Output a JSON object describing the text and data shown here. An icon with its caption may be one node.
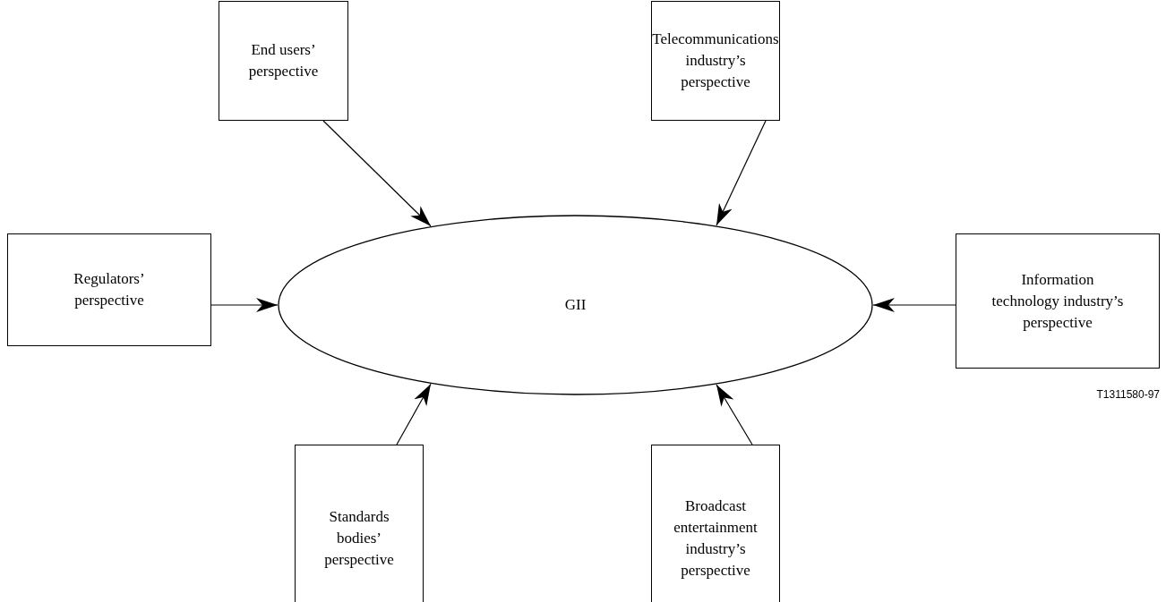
{
  "diagram": {
    "nodes": [
      {
        "text": [
          "End users’ perspective"
        ]
      },
      {
        "text": [
          "Telecommunications industry’s perspective"
        ]
      },
      {
        "text": [
          "Regulators’ perspective"
        ]
      },
      {
        "text": [
          "GII"
        ]
      },
      {
        "text": [
          "Information technology industry’s perspective"
        ]
      },
      {
        "text": [
          "Standards bodies’ perspective"
        ]
      },
      {
        "text": [
          "Broadcast entertainment industry’s perspective"
        ]
      }
    ],
    "edges": [
      {
        "from": 0,
        "to": 3,
        "arrow": "to"
      },
      {
        "from": 1,
        "to": 3,
        "arrow": "to"
      },
      {
        "from": 2,
        "to": 3,
        "arrow": "to"
      },
      {
        "from": 4,
        "to": 3,
        "arrow": "to"
      },
      {
        "from": 5,
        "to": 3,
        "arrow": "to"
      },
      {
        "from": 6,
        "to": 3,
        "arrow": "to"
      }
    ],
    "labels": [
      "T1311580-97"
    ]
  }
}
